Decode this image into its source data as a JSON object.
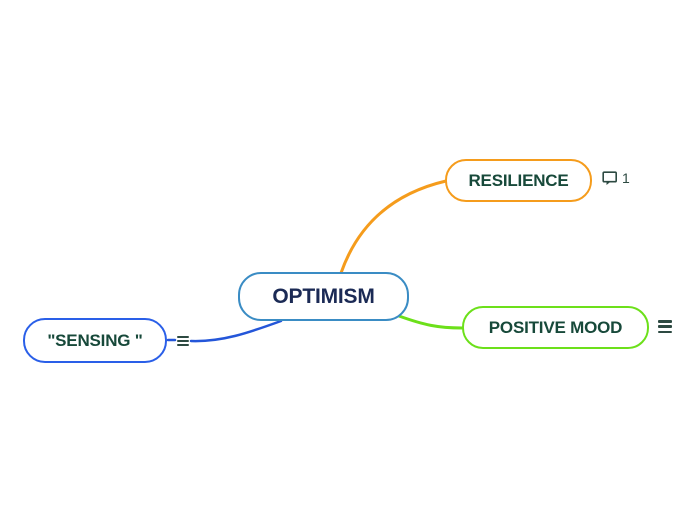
{
  "canvas": {
    "background_color": "#ffffff"
  },
  "map": {
    "root": {
      "label": "OPTIMISM",
      "border_color": "#3a8cc4",
      "text_color": "#1b2a55"
    },
    "nodes": [
      {
        "id": "resilience",
        "label": "RESILIENCE",
        "border_color": "#f59c1c",
        "text_color": "#17493a",
        "comment_badge": {
          "icon": "comment-bubble-icon",
          "count": "1"
        }
      },
      {
        "id": "positive-mood",
        "label": "POSITIVE MOOD",
        "border_color": "#6ce01a",
        "text_color": "#17493a",
        "menu_icon": "hamburger-icon"
      },
      {
        "id": "sensing",
        "label": "\"SENSING \"",
        "border_color": "#2a5fe8",
        "text_color": "#17493a",
        "menu_icon": "hamburger-icon"
      }
    ],
    "connectors": [
      {
        "from": "OPTIMISM",
        "to": "RESILIENCE",
        "color": "#f59c1c"
      },
      {
        "from": "OPTIMISM",
        "to": "POSITIVE MOOD",
        "color": "#6ce01a"
      },
      {
        "from": "OPTIMISM",
        "to": "\"SENSING \"",
        "color": "#2456d9"
      }
    ],
    "icon_color": "#2d4a42"
  }
}
